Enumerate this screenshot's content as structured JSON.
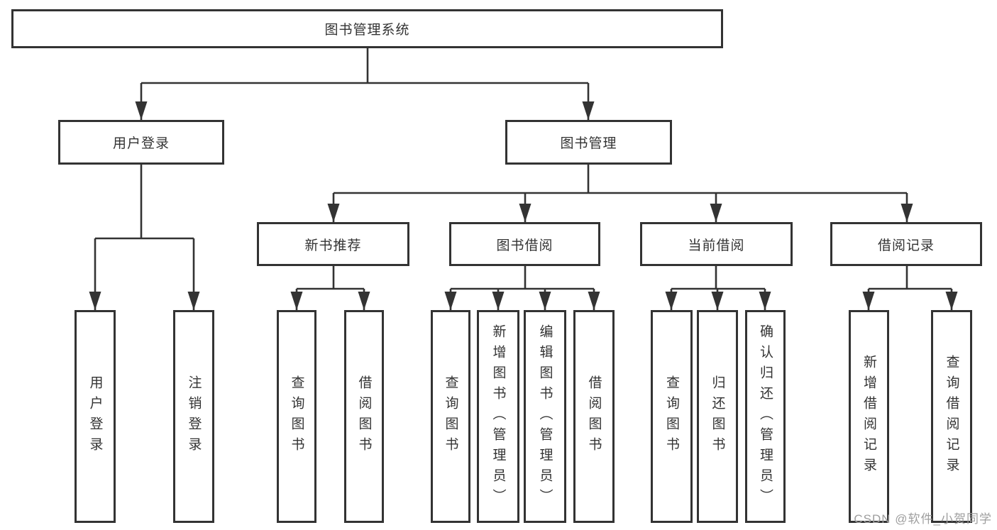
{
  "diagram": {
    "root": {
      "label": "图书管理系统"
    },
    "branches": [
      {
        "label": "用户登录",
        "children": [
          {
            "label": "用户登录"
          },
          {
            "label": "注销登录"
          }
        ]
      },
      {
        "label": "图书管理",
        "children": [
          {
            "label": "新书推荐",
            "children": [
              {
                "label": "查询图书"
              },
              {
                "label": "借阅图书"
              }
            ]
          },
          {
            "label": "图书借阅",
            "children": [
              {
                "label": "查询图书"
              },
              {
                "label": "新增图书（管理员）"
              },
              {
                "label": "编辑图书（管理员）"
              },
              {
                "label": "借阅图书"
              }
            ]
          },
          {
            "label": "当前借阅",
            "children": [
              {
                "label": "查询图书"
              },
              {
                "label": "归还图书"
              },
              {
                "label": "确认归还（管理员）"
              }
            ]
          },
          {
            "label": "借阅记录",
            "children": [
              {
                "label": "新增借阅记录"
              },
              {
                "label": "查询借阅记录"
              }
            ]
          }
        ]
      }
    ]
  },
  "watermark": {
    "text": "CSDN @软件_小贺同学"
  },
  "colors": {
    "line": "#333333",
    "box_fill": "#ffffff",
    "text": "#333333",
    "watermark": "#9e9e9e"
  }
}
